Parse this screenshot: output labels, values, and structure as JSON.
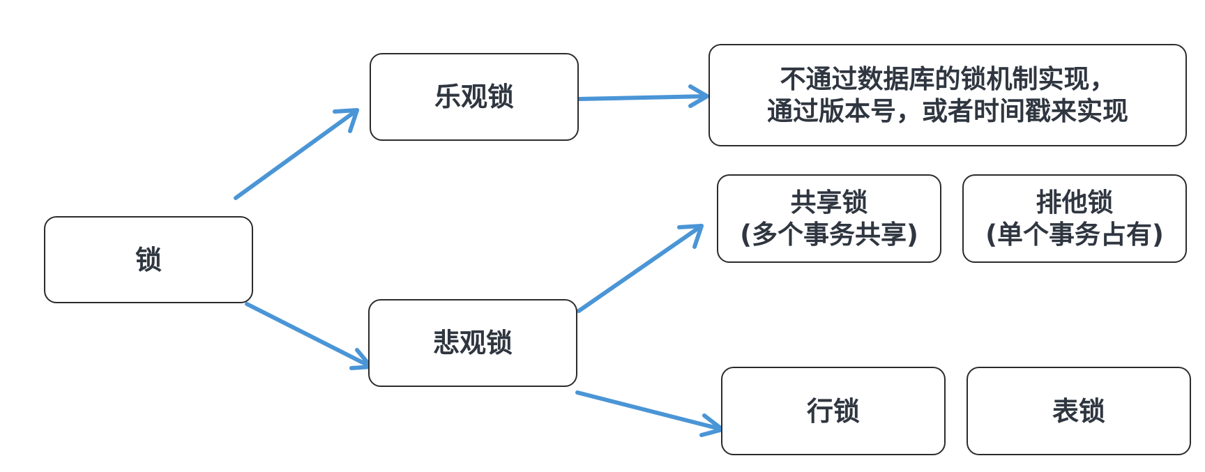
{
  "colors": {
    "arrow": "#4a95d6",
    "box_border": "#2b2b2b",
    "text": "#2f3640",
    "background": "#ffffff"
  },
  "nodes": {
    "lock": {
      "label": "锁"
    },
    "optimistic": {
      "label": "乐观锁"
    },
    "pessimistic": {
      "label": "悲观锁"
    },
    "optimistic_desc": {
      "line1": "不通过数据库的锁机制实现，",
      "line2": "通过版本号，或者时间戳来实现"
    },
    "shared": {
      "line1": "共享锁",
      "line2": "(多个事务共享)"
    },
    "exclusive": {
      "line1": "排他锁",
      "line2": "(单个事务占有)"
    },
    "row": {
      "label": "行锁"
    },
    "table": {
      "label": "表锁"
    }
  },
  "edges": [
    {
      "from": "锁",
      "to": "乐观锁"
    },
    {
      "from": "锁",
      "to": "悲观锁"
    },
    {
      "from": "乐观锁",
      "to": "不通过数据库的锁机制实现，通过版本号，或者时间戳来实现"
    },
    {
      "from": "悲观锁",
      "to": "共享锁"
    },
    {
      "from": "悲观锁",
      "to": "行锁"
    }
  ]
}
